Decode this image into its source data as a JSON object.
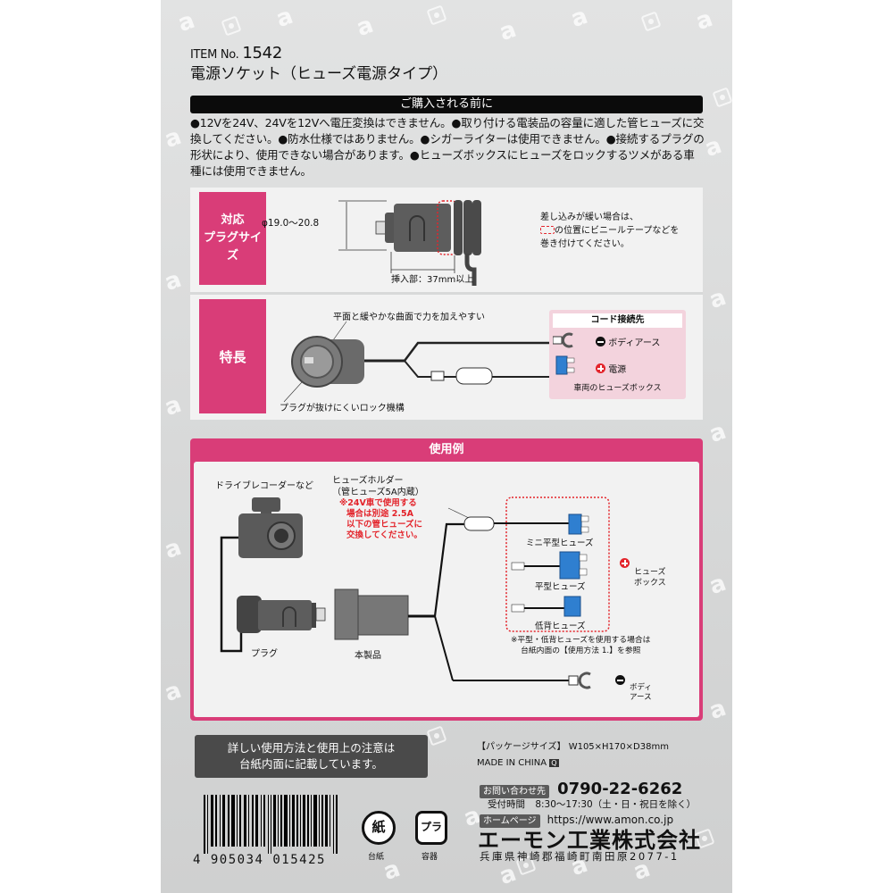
{
  "header": {
    "item_no_label": "ITEM No.",
    "item_no": "1542",
    "product_title": "電源ソケット（ヒューズ電源タイプ）"
  },
  "notice": {
    "heading": "ご購入される前に",
    "text": "●12Vを24V、24Vを12Vへ電圧変換はできません。●取り付ける電装品の容量に適した管ヒューズに交換してください。●防水仕様ではありません。●シガーライターは使用できません。●接続するプラグの形状により、使用できない場合があります。●ヒューズボックスにヒューズをロックするツメがある車種には使用できません。"
  },
  "plug_size": {
    "label_line1": "対応",
    "label_line2": "プラグサイズ",
    "diameter": "φ19.0～20.8",
    "insertion": "挿入部：37mm以上",
    "tip_line1": "差し込みが緩い場合は、",
    "tip_line2": "の位置にビニールテープなどを",
    "tip_line3": "巻き付けてください。"
  },
  "features": {
    "label": "特長",
    "callout_top": "平面と緩やかな曲面で力を加えやすい",
    "callout_bottom": "プラグが抜けにくいロック機構",
    "cord_box": {
      "title": "コード接続先",
      "ground": "ボディアース",
      "power": "電源",
      "footer": "車両のヒューズボックス"
    }
  },
  "usage": {
    "heading": "使用例",
    "dashcam_label": "ドライブレコーダーなど",
    "fuse_holder_line1": "ヒューズホルダー",
    "fuse_holder_line2": "（管ヒューズ5A内蔵）",
    "warning_line1": "※24V車で使用する",
    "warning_line2": "場合は別途 2.5A",
    "warning_line3": "以下の管ヒューズに",
    "warning_line4": "交換してください。",
    "plug_label": "プラグ",
    "product_label": "本製品",
    "fuse_mini": "ミニ平型ヒューズ",
    "fuse_flat": "平型ヒューズ",
    "fuse_low": "低背ヒューズ",
    "fuse_box_line1": "ヒューズ",
    "fuse_box_line2": "ボックス",
    "note_line1": "※平型・低背ヒューズを使用する場合は",
    "note_line2": "台紙内面の【使用方法 1.】を参照",
    "ground_line1": "ボディ",
    "ground_line2": "アース"
  },
  "bottom_note": {
    "line1": "詳しい使用方法と使用上の注意は",
    "line2": "台紙内面に記載しています。"
  },
  "package": {
    "size_label": "【パッケージサイズ】",
    "size_value": "W105×H170×D38mm",
    "made_in": "MADE IN CHINA",
    "made_in_mark": "Q"
  },
  "contact": {
    "inquiry_tag": "お問い合わせ先",
    "phone": "0790-22-6262",
    "hours_label": "受付時間",
    "hours_value": "8:30～17:30（土・日・祝日を除く）",
    "homepage_tag": "ホームページ",
    "url": "https://www.amon.co.jp",
    "company": "エーモン工業株式会社",
    "address": "兵庫県神崎郡福崎町南田原2077-1"
  },
  "barcode": {
    "number": "4 905034 015425"
  },
  "recycle": {
    "paper_symbol": "紙",
    "paper_label": "台紙",
    "plastic_symbol": "プラ",
    "plastic_label": "容器"
  },
  "colors": {
    "accent_pink": "#d93d78",
    "warning_red": "#e3242b",
    "fuse_blue": "#2f7fd0",
    "card_gray": "#d8d9d9"
  }
}
